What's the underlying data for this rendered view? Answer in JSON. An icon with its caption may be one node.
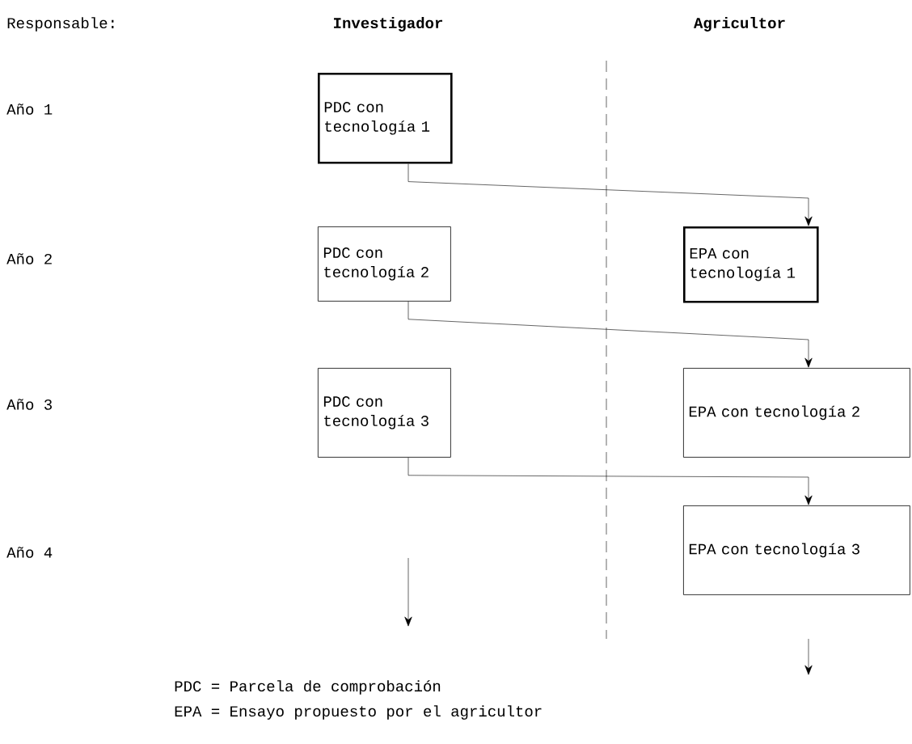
{
  "diagram": {
    "nodes": [
      {
        "text": [
          "PDC con tecnología 1"
        ]
      },
      {
        "text": [
          "EPA con tecnología 1"
        ]
      },
      {
        "text": [
          "PDC con tecnología 2"
        ]
      },
      {
        "text": [
          "PDC con tecnología 3"
        ]
      },
      {
        "text": [
          "EPA con tecnología 2"
        ]
      },
      {
        "text": [
          "EPA con tecnología 3"
        ]
      }
    ],
    "edges": [
      {
        "from": 0,
        "to": 1,
        "arrow": "to"
      },
      {
        "from": 2,
        "to": 4,
        "arrow": "to"
      },
      {
        "from": 3,
        "to": 5,
        "arrow": "to"
      }
    ],
    "labels": [
      "Responsable:",
      "Investigador",
      "Agricultor",
      "Año 1",
      "Año 2",
      "Año 3",
      "Año 4",
      "PDC = Parcela de comprobación",
      "EPA = Ensayo propuesto por el agricultor"
    ]
  }
}
